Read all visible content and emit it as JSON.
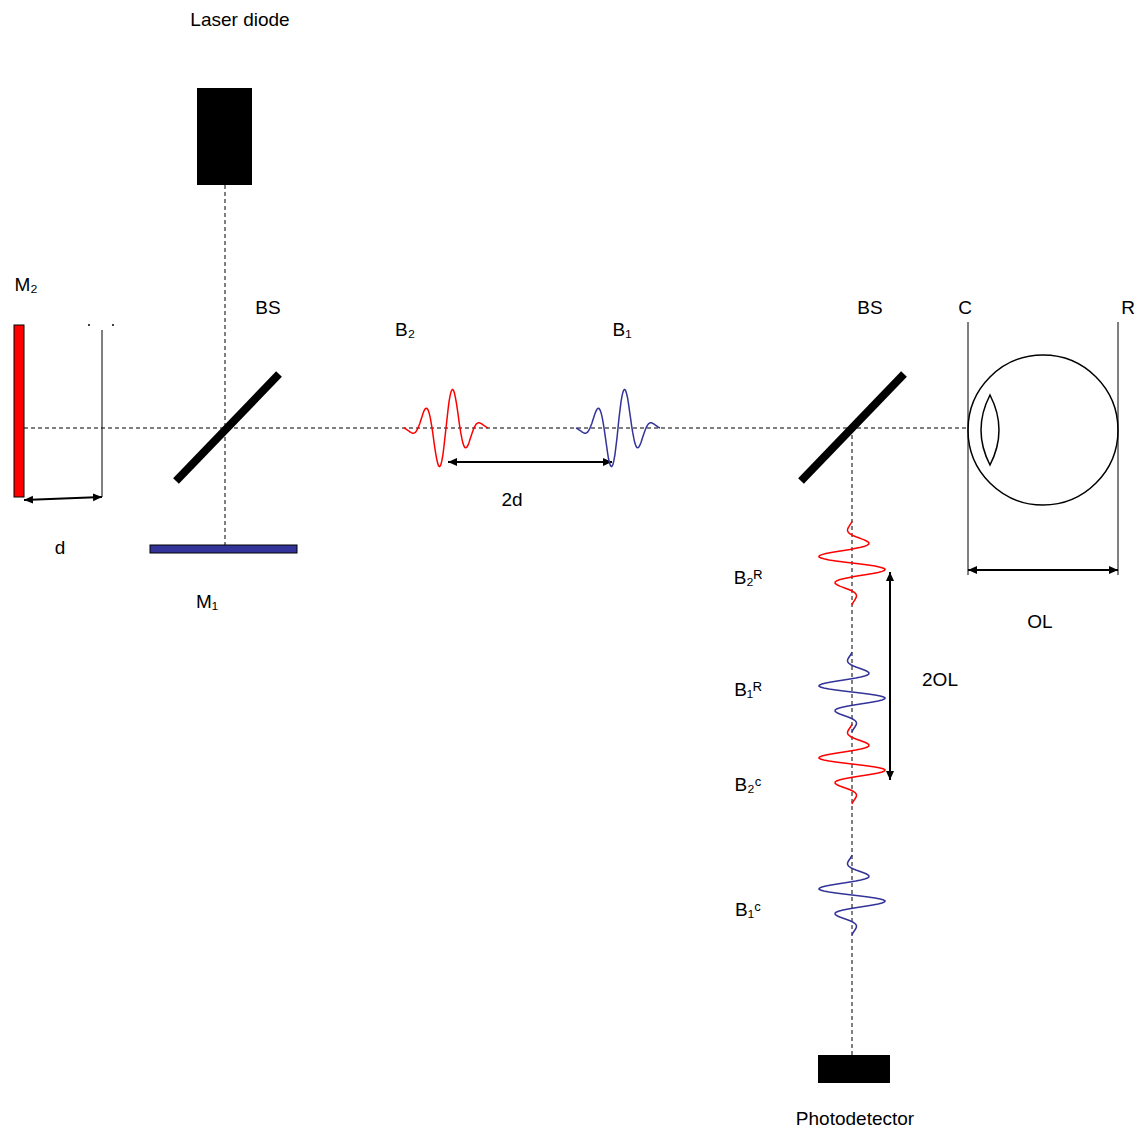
{
  "diagram": {
    "nodes": [
      {
        "text": [
          "Laser diode"
        ]
      },
      {
        "text": [
          "Photodetector"
        ]
      }
    ],
    "labels": [
      "M₂",
      "BS",
      "B₂",
      "B₁",
      "BS",
      "C",
      "R",
      "d",
      "2d",
      "M₁",
      "B₂ᴿ",
      "2OL",
      "OL",
      "B₁ᴿ",
      "B₂ᶜ",
      "B₁ᶜ"
    ]
  }
}
